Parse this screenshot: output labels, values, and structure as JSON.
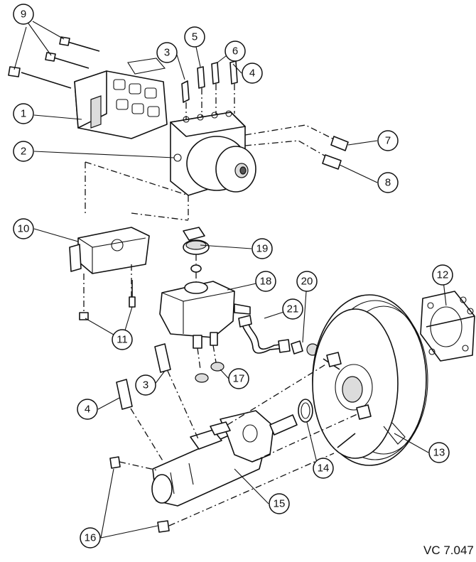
{
  "diagram": {
    "reference_code": "VC 7.047",
    "callouts": [
      {
        "id": "c1",
        "label": "1"
      },
      {
        "id": "c2",
        "label": "2"
      },
      {
        "id": "c3a",
        "label": "3"
      },
      {
        "id": "c3b",
        "label": "3"
      },
      {
        "id": "c4a",
        "label": "4"
      },
      {
        "id": "c4b",
        "label": "4"
      },
      {
        "id": "c5",
        "label": "5"
      },
      {
        "id": "c6",
        "label": "6"
      },
      {
        "id": "c7",
        "label": "7"
      },
      {
        "id": "c8",
        "label": "8"
      },
      {
        "id": "c9",
        "label": "9"
      },
      {
        "id": "c10",
        "label": "10"
      },
      {
        "id": "c11",
        "label": "11"
      },
      {
        "id": "c12",
        "label": "12"
      },
      {
        "id": "c13",
        "label": "13"
      },
      {
        "id": "c14",
        "label": "14"
      },
      {
        "id": "c15",
        "label": "15"
      },
      {
        "id": "c16",
        "label": "16"
      },
      {
        "id": "c17",
        "label": "17"
      },
      {
        "id": "c18",
        "label": "18"
      },
      {
        "id": "c19",
        "label": "19"
      },
      {
        "id": "c20",
        "label": "20"
      },
      {
        "id": "c21",
        "label": "21"
      }
    ]
  }
}
